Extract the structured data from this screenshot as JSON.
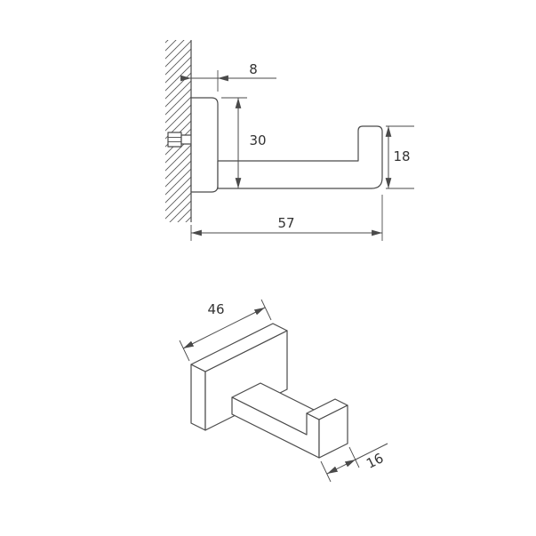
{
  "drawing": {
    "stroke_color": "#4a4a4a",
    "text_color": "#333333",
    "background_color": "#ffffff"
  },
  "dimensions": {
    "side_view": {
      "plate_depth_mm": "8",
      "plate_height_mm": "30",
      "hook_end_height_mm": "18",
      "total_projection_mm": "57"
    },
    "perspective_view": {
      "plate_width_mm": "46",
      "hook_bar_width_mm": "16"
    }
  }
}
